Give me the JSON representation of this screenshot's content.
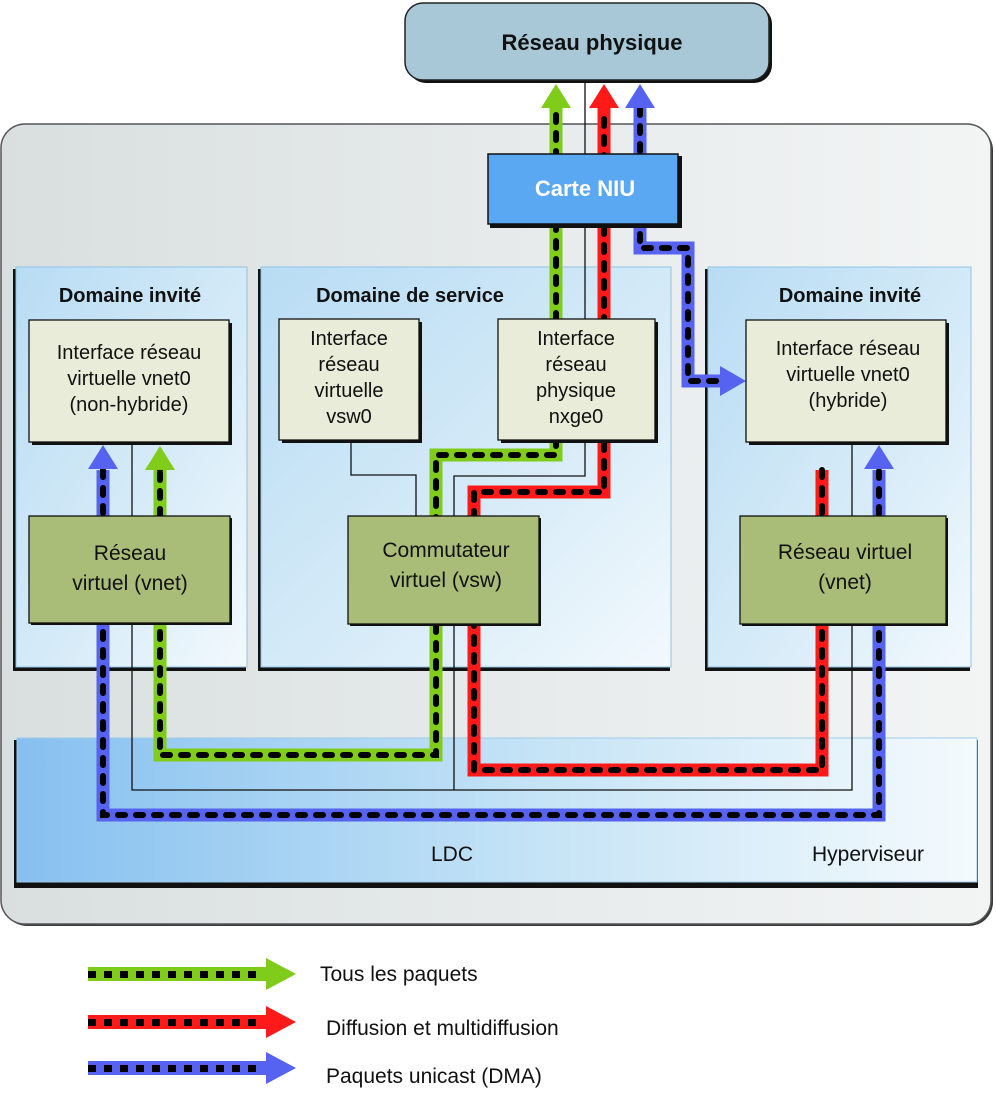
{
  "physical_network": {
    "label": "Réseau physique"
  },
  "niu_card": {
    "label": "Carte NIU"
  },
  "guest_domain_left": {
    "title": "Domaine invité",
    "interface": {
      "lines": [
        "Interface réseau",
        "virtuelle vnet0",
        "(non-hybride)"
      ]
    },
    "vnet": {
      "lines": [
        "Réseau",
        "virtuel (vnet)"
      ]
    }
  },
  "service_domain": {
    "title": "Domaine de service",
    "virtual_interface": {
      "lines": [
        "Interface",
        "réseau",
        "virtuelle",
        "vsw0"
      ]
    },
    "physical_interface": {
      "lines": [
        "Interface",
        "réseau",
        "physique",
        "nxge0"
      ]
    },
    "vswitch": {
      "lines": [
        "Commutateur",
        "virtuel (vsw)"
      ]
    }
  },
  "guest_domain_right": {
    "title": "Domaine invité",
    "interface": {
      "lines": [
        "Interface réseau",
        "virtuelle vnet0",
        "(hybride)"
      ]
    },
    "vnet": {
      "lines": [
        "Réseau virtuel",
        "(vnet)"
      ]
    }
  },
  "hypervisor": {
    "ldc_label": "LDC",
    "label": "Hyperviseur"
  },
  "legend": [
    {
      "label": "Tous les paquets",
      "color": "#7fcc1a"
    },
    {
      "label": "Diffusion et multidiffusion",
      "color": "#ff1a1a"
    },
    {
      "label": "Paquets unicast (DMA)",
      "color": "#5563f0"
    }
  ],
  "colors": {
    "all_packets": "#7fcc1a",
    "broadcast": "#ff1a1a",
    "unicast": "#5563f0",
    "niu": "#5aa8f2",
    "physical_network": "#a8c8d8",
    "component_light": "#e8ecd8",
    "component_olive": "#a9bd78"
  }
}
